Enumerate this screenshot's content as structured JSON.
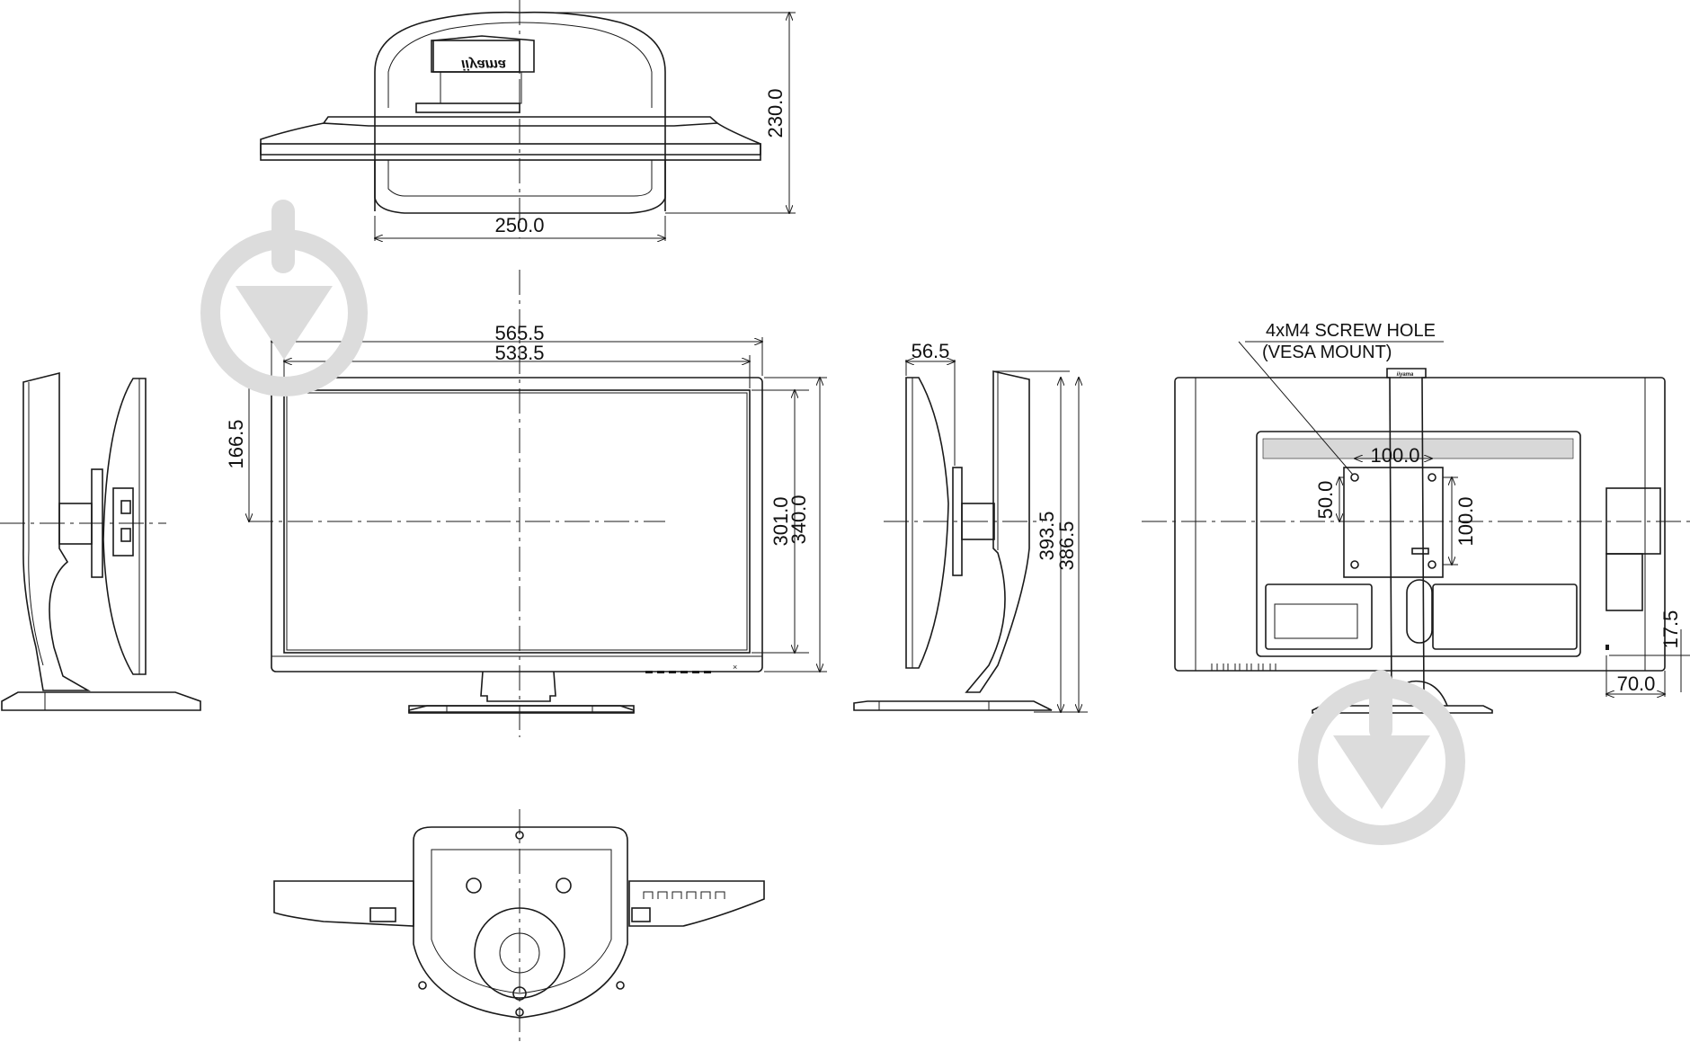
{
  "drawing": {
    "subject": "LCD monitor with height-adjustable stand",
    "brand_logo_text": "iiyama",
    "units": "mm"
  },
  "views": {
    "top": {
      "dims": {
        "stand_width": "250.0",
        "depth": "230.0"
      }
    },
    "front": {
      "dims": {
        "overall_width": "565.5",
        "screen_width": "533.5",
        "center_height": "166.5",
        "screen_height": "301.0",
        "panel_height": "340.0"
      }
    },
    "side": {
      "dims": {
        "panel_depth": "56.5",
        "max_height": "393.5",
        "stand_height": "386.5"
      }
    },
    "back": {
      "callout_line1": "4xM4 SCREW HOLE",
      "callout_line2": "(VESA MOUNT)",
      "dims": {
        "vesa_horizontal": "100.0",
        "vesa_vertical": "100.0",
        "vesa_offset": "50.0",
        "side_port_offset_v": "17.5",
        "side_port_offset_h": "70.0"
      }
    },
    "bottom": {}
  },
  "watermark": {
    "icon": "download-arrow-circle-icon",
    "color": "#dcdcdc"
  }
}
